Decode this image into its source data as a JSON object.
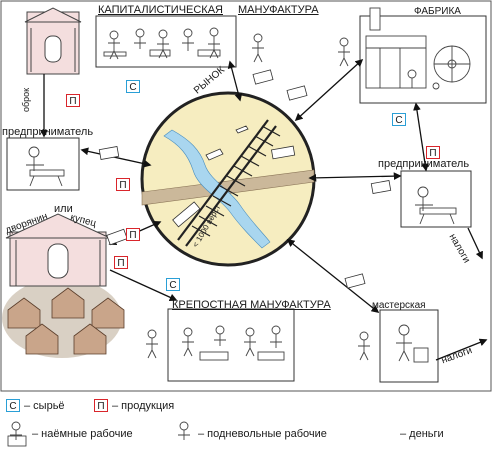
{
  "labels": {
    "capitalist_manufactory": "КАПИТАЛИСТИЧЕСКАЯ",
    "capitalist_manufactory_2": "МАНУФАКТУРА",
    "factory": "ФАБРИКА",
    "market": "РЫНОК",
    "entrepreneur_left": "предприниматель",
    "entrepreneur_right": "предприниматель",
    "obrok": "оброк",
    "nobleman": "дворянин",
    "or": "или",
    "merchant": "купец",
    "serf_manufactory": "КРЕПОСТНАЯ МАНУФАКТУРА",
    "workshop": "мастерская",
    "taxes_right": "налоги",
    "taxes_bottom": "налоги",
    "distance": "< 1000 верст"
  },
  "badges": {
    "s": "С",
    "p": "П"
  },
  "legend": {
    "raw": "– сырьё",
    "product": "– продукция",
    "hired": "– наёмные рабочие",
    "forced": "– подневольные рабочие",
    "money": "– деньги"
  },
  "colors": {
    "market_fill": "#f6edc0",
    "building_fill": "#f4dede",
    "road": "#cbb89a",
    "river": "#a9d6ef",
    "badge_s": "#2a9fd6",
    "badge_p": "#d9252b"
  }
}
